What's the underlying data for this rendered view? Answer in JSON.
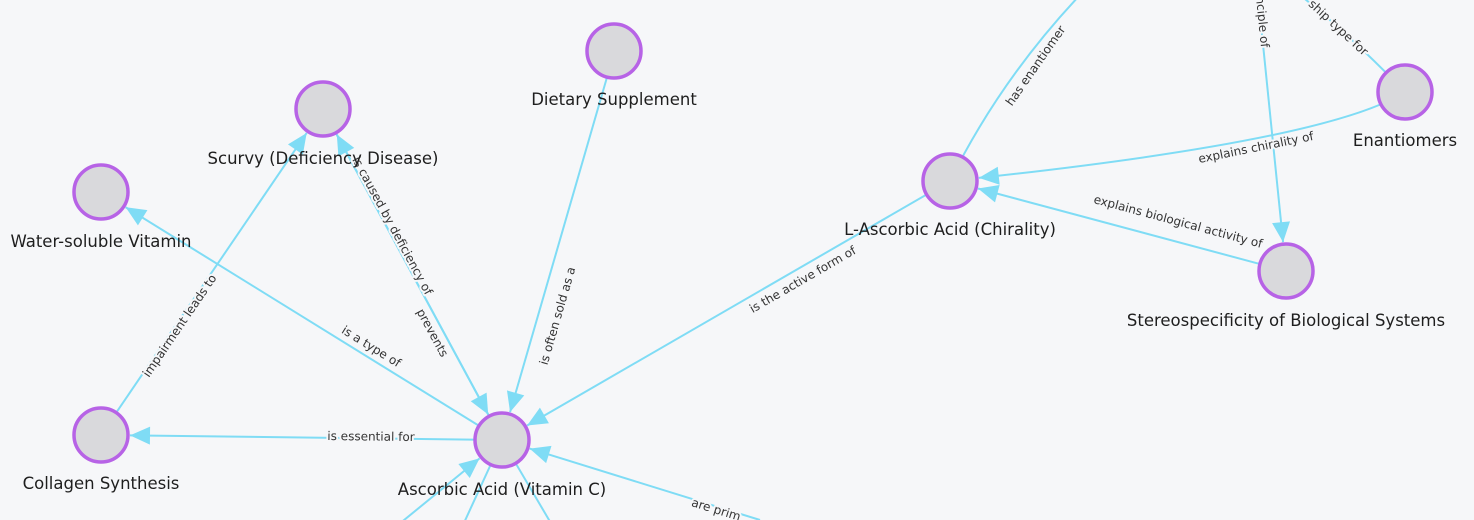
{
  "graph": {
    "nodes": [
      {
        "id": "dietary",
        "label": "Dietary Supplement"
      },
      {
        "id": "scurvy",
        "label": "Scurvy (Deficiency Disease)"
      },
      {
        "id": "water",
        "label": "Water-soluble Vitamin"
      },
      {
        "id": "collagen",
        "label": "Collagen Synthesis"
      },
      {
        "id": "ascorbic",
        "label": "Ascorbic Acid (Vitamin C)"
      },
      {
        "id": "lascorbic",
        "label": "L-Ascorbic Acid (Chirality)"
      },
      {
        "id": "enantiomers",
        "label": "Enantiomers"
      },
      {
        "id": "stereo",
        "label": "Stereospecificity of Biological Systems"
      }
    ],
    "edges": [
      {
        "id": "e1",
        "label": "is often sold as a"
      },
      {
        "id": "e2",
        "label": "is caused by deficiency of"
      },
      {
        "id": "e3",
        "label": "prevents"
      },
      {
        "id": "e4",
        "label": "is a type of"
      },
      {
        "id": "e5",
        "label": "impairment leads to"
      },
      {
        "id": "e6",
        "label": "is essential for"
      },
      {
        "id": "e7",
        "label": "is the active form of"
      },
      {
        "id": "e8",
        "label": "has enantiomer"
      },
      {
        "id": "e9",
        "label": "explains chirality of"
      },
      {
        "id": "e10",
        "label": "explains biological activity of"
      },
      {
        "id": "e11",
        "label": "nciple of"
      },
      {
        "id": "e12",
        "label": "ship type for"
      },
      {
        "id": "e13",
        "label": "are prim"
      },
      {
        "id": "e14",
        "label": ""
      },
      {
        "id": "e15",
        "label": ""
      },
      {
        "id": "e16",
        "label": ""
      }
    ]
  },
  "colors": {
    "background": "#f6f7f9",
    "edge": "#7fdcf5",
    "node_fill": "#d9d9dc",
    "node_border": "#b763e6",
    "label_text": "#1e1e1e"
  }
}
